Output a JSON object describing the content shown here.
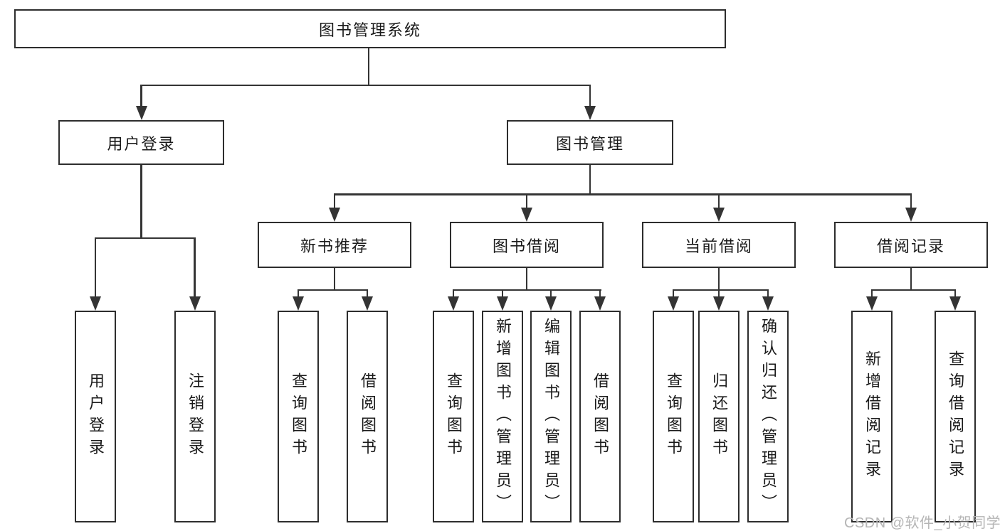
{
  "root": {
    "label": "图书管理系统"
  },
  "level2": [
    {
      "label": "用户登录"
    },
    {
      "label": "图书管理"
    }
  ],
  "level3": [
    {
      "label": "新书推荐"
    },
    {
      "label": "图书借阅"
    },
    {
      "label": "当前借阅"
    },
    {
      "label": "借阅记录"
    }
  ],
  "leaves": {
    "user": [
      "用户登录",
      "注销登录"
    ],
    "recommend": [
      "查询图书",
      "借阅图书"
    ],
    "borrow": [
      "查询图书",
      "新增图书（管理员）",
      "编辑图书（管理员）",
      "借阅图书"
    ],
    "current": [
      "查询图书",
      "归还图书",
      "确认归还（管理员）"
    ],
    "records": [
      "新增借阅记录",
      "查询借阅记录"
    ]
  },
  "watermark": "CSDN @软件_小贺同学",
  "colors": {
    "background": "#ffffff",
    "border": "#2d2d2d",
    "line": "#343434",
    "text": "#1a1a1a",
    "watermark": "#b5b5b5"
  }
}
